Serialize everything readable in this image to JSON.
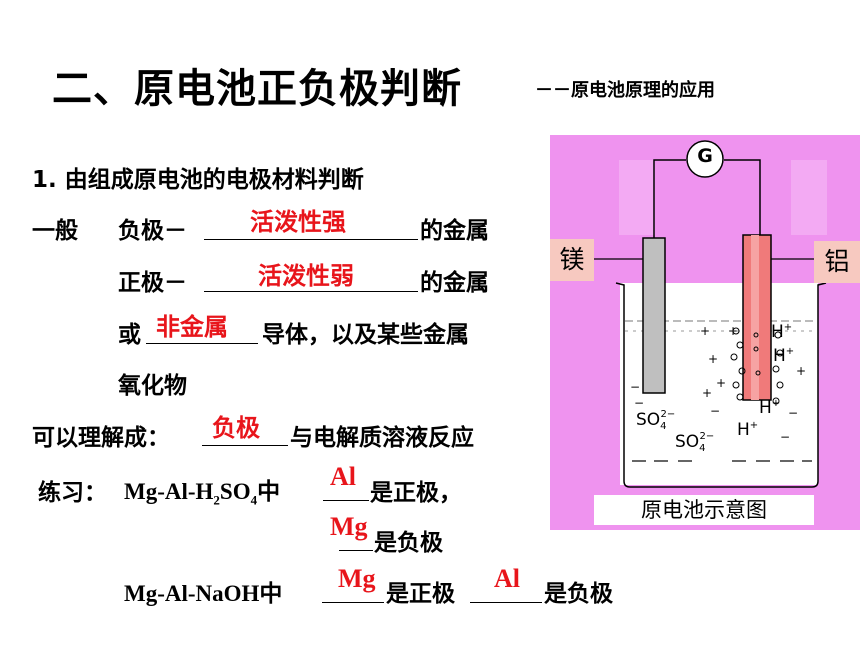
{
  "title": "二、原电池正负极判断",
  "subtitle": "－－原电池原理的应用",
  "section1": {
    "heading": "1. 由组成原电池的电极材料判断",
    "general": "一般",
    "neg_label": "负极－",
    "neg_answer": "活泼性强",
    "neg_suffix": "的金属",
    "pos_label": "正极－",
    "pos_answer": "活泼性弱",
    "pos_suffix": "的金属",
    "or_label": "或",
    "or_answer": "非金属",
    "or_suffix": "导体，以及某些金属",
    "oxide": "氧化物"
  },
  "understand": {
    "prefix": "可以理解成：",
    "answer": "负极",
    "suffix": "与电解质溶液反应"
  },
  "practice": {
    "label": "练习：",
    "formula1": {
      "mg": "Mg-Al-H",
      "sub2": "2",
      "so": "SO",
      "sub4": "4",
      "zhong": "中"
    },
    "ans_al": "Al",
    "is_positive": "是正极，",
    "ans_mg": "Mg",
    "is_negative": "是负极",
    "formula2": "Mg-Al-NaOH中",
    "ans_mg2": "Mg",
    "is_positive2": "是正极",
    "ans_al2": "Al",
    "is_negative2": "是负极"
  },
  "diagram": {
    "galvanometer": "G",
    "left_metal": "镁",
    "right_metal": "铝",
    "caption": "原电池示意图",
    "ion_so4": "SO",
    "ion_so4_sub": "4",
    "ion_so4_sup": "2−",
    "ion_h": "H",
    "ion_h_sup": "+",
    "colors": {
      "background": "#ef93ef",
      "rod_left": "#bfbfbf",
      "rod_right": "#f07a7a",
      "label_box": "#f7c9c0",
      "answer_red": "#e8151b"
    }
  }
}
